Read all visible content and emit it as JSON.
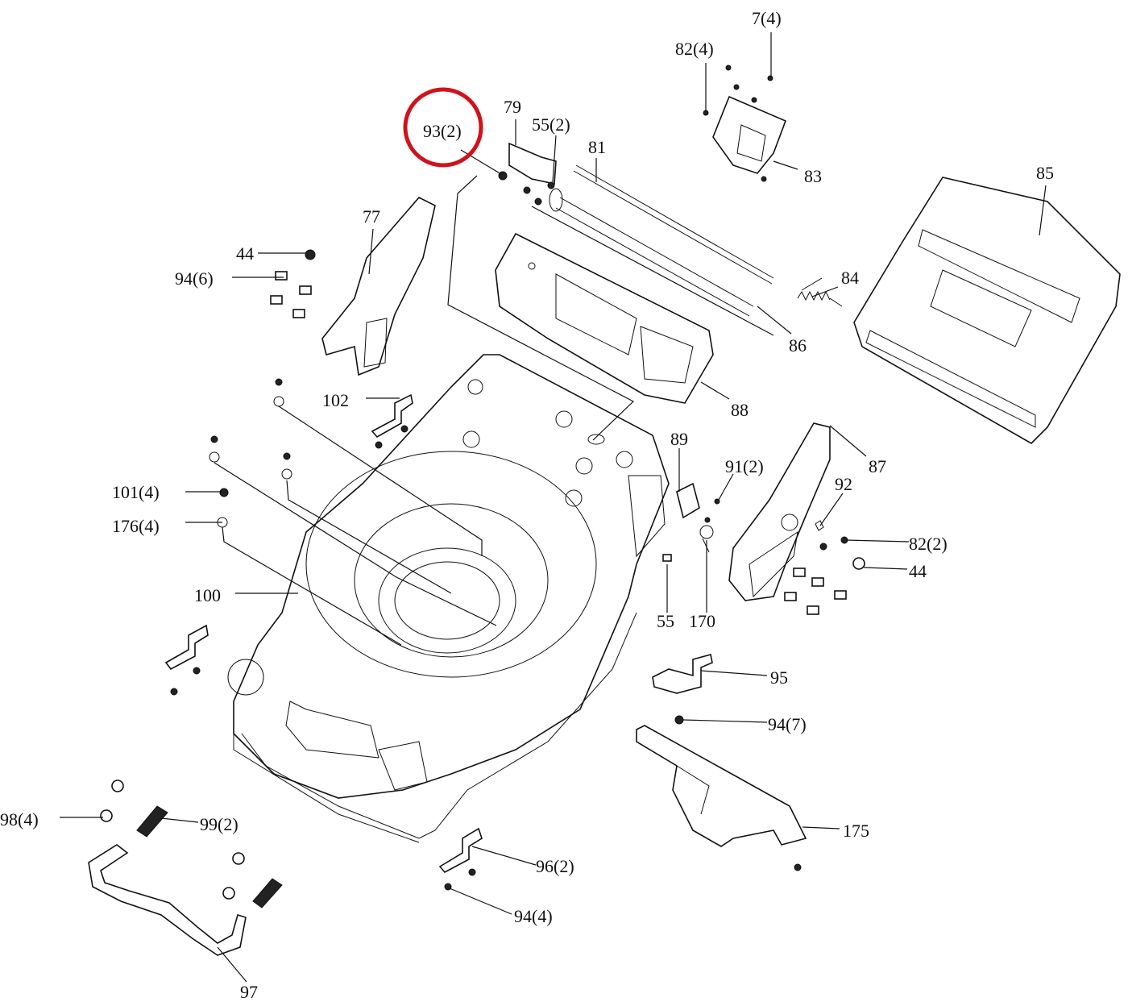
{
  "callouts": {
    "c7": "7(4)",
    "c82a": "82(4)",
    "c93": "93(2)",
    "c79": "79",
    "c55a": "55(2)",
    "c81": "81",
    "c83": "83",
    "c85": "85",
    "c77": "77",
    "c44a": "44",
    "c94a": "94(6)",
    "c84": "84",
    "c86": "86",
    "c102": "102",
    "c88": "88",
    "c89": "89",
    "c87": "87",
    "c91": "91(2)",
    "c92": "92",
    "c101": "101(4)",
    "c176": "176(4)",
    "c82b": "82(2)",
    "c44b": "44",
    "c100": "100",
    "c55b": "55",
    "c170": "170",
    "c95": "95",
    "c94b": "94(7)",
    "c98": "98(4)",
    "c99": "99(2)",
    "c175": "175",
    "c96": "96(2)",
    "c94c": "94(4)",
    "c97": "97"
  },
  "highlight": {
    "target": "93(2)",
    "color": "#d0121b"
  }
}
